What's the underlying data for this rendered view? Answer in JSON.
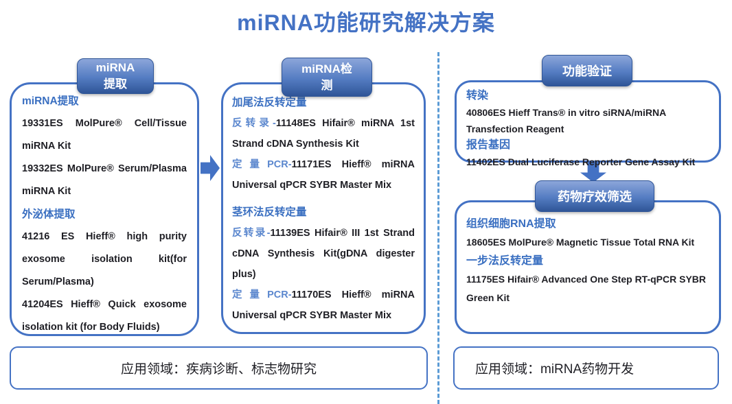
{
  "title": "miRNA功能研究解决方案",
  "colors": {
    "accent": "#4472C4",
    "badge_gradient_top": "#8CA6DA",
    "badge_gradient_bottom": "#2F5597",
    "heading_blue": "#3A6FC1",
    "prefix_blue": "#5B87CE",
    "divider_blue": "#5B9BD5",
    "body_text": "#1E1E24"
  },
  "left_panel": {
    "badge": {
      "line1": "miRNA",
      "line2": "提取"
    },
    "sections": [
      {
        "heading": "miRNA提取",
        "items": [
          "19331ES MolPure® Cell/Tissue miRNA Kit",
          "19332ES MolPure® Serum/Plasma miRNA Kit"
        ]
      },
      {
        "heading": "外泌体提取",
        "items": [
          "41216 ES Hieff® high purity exosome isolation kit(for Serum/Plasma)",
          "41204ES Hieff® Quick exosome isolation kit (for Body Fluids)"
        ]
      }
    ]
  },
  "middle_panel": {
    "badge": {
      "line1": "miRNA检",
      "line2": "测"
    },
    "sections": [
      {
        "heading": "加尾法反转定量",
        "items": [
          {
            "prefix": "反转录-",
            "text": "11148ES Hifair® miRNA 1st Strand cDNA Synthesis Kit"
          },
          {
            "prefix": "定量PCR-",
            "text": "11171ES Hieff® miRNA Universal qPCR SYBR Master Mix"
          }
        ]
      },
      {
        "heading": "茎环法反转定量",
        "items": [
          {
            "prefix": "反转录-",
            "text": "11139ES Hifair® III 1st Strand cDNA Synthesis Kit(gDNA digester plus)"
          },
          {
            "prefix": "定量PCR-",
            "text": "11170ES Hieff® miRNA Universal qPCR SYBR Master Mix"
          }
        ]
      }
    ]
  },
  "right_top_panel": {
    "badge": "功能验证",
    "sections": [
      {
        "heading": "转染",
        "items": [
          "40806ES Hieff Trans® in vitro siRNA/miRNA Transfection Reagent"
        ]
      },
      {
        "heading": "报告基因",
        "items": [
          "11402ES Dual Luciferase Reporter Gene Assay Kit"
        ]
      }
    ]
  },
  "right_bottom_panel": {
    "badge": "药物疗效筛选",
    "sections": [
      {
        "heading": "组织细胞RNA提取",
        "items": [
          "18605ES MolPure® Magnetic Tissue Total RNA Kit"
        ]
      },
      {
        "heading": "一步法反转定量",
        "items": [
          "11175ES Hifair® Advanced One Step RT-qPCR SYBR Green Kit"
        ]
      }
    ]
  },
  "footers": {
    "left": "应用领域：疾病诊断、标志物研究",
    "right": "应用领域：miRNA药物开发"
  }
}
